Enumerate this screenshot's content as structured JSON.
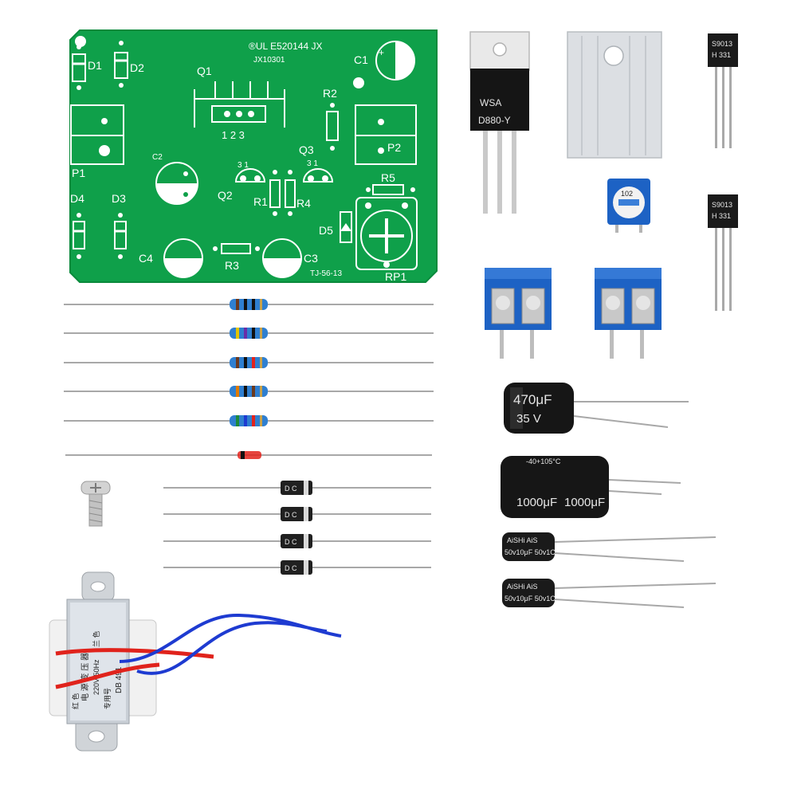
{
  "colors": {
    "pcb": "#0fa04a",
    "pcb_dark": "#0a8a3c",
    "silk": "#ffffff",
    "terminal": "#1d62c4",
    "resistor_body": "#2f7fd0",
    "cap_body": "#161616",
    "wire": "#a8a8a8",
    "copper_red": "#e0231c",
    "copper_blue": "#1e3bd1"
  },
  "pcb": {
    "cert_line": "®UL E520144 JX",
    "cert_sub": "JX10301",
    "board_id": "TJ-56-13",
    "labels": {
      "D1": "D1",
      "D2": "D2",
      "D3": "D3",
      "D4": "D4",
      "D5": "D5",
      "Q1": "Q1",
      "Q2": "Q2",
      "Q3": "Q3",
      "R1": "R1",
      "R2": "R2",
      "R3": "R3",
      "R4": "R4",
      "R5": "R5",
      "C1": "C1",
      "C2": "C2",
      "C3": "C3",
      "C4": "C4",
      "P1": "P1",
      "P2": "P2",
      "RP1": "RP1",
      "q1_pins": "1 2 3",
      "q2_pins": "3 1",
      "q3_pins": "3 1"
    }
  },
  "transistor_to220": {
    "brand": "WSA",
    "part": "D880-Y"
  },
  "small_transistors": [
    {
      "line1": "S9013",
      "line2": "H 331"
    },
    {
      "line1": "S9013",
      "line2": "H 331"
    }
  ],
  "trimmer": {
    "code": "102"
  },
  "capacitors": {
    "cap_470": {
      "value": "470μF",
      "voltage": "35  V"
    },
    "cap_1000": {
      "value_left": "1000μF",
      "value_right": "1000μF",
      "rating": "-40+105°C"
    },
    "cap_small": [
      {
        "brand": "AiSHi AiS",
        "value": "50v10μF 50v1C"
      },
      {
        "brand": "AiSHi AiS",
        "value": "50v10μF 50v1C"
      }
    ]
  },
  "diodes": [
    {
      "label": "D C"
    },
    {
      "label": "D C"
    },
    {
      "label": "D C"
    },
    {
      "label": "D C"
    }
  ],
  "transformer": {
    "lines": [
      "电 源 变 压 器",
      "220V 50Hz",
      "红 色",
      "专用号",
      "DB 491",
      "兰 色"
    ]
  }
}
